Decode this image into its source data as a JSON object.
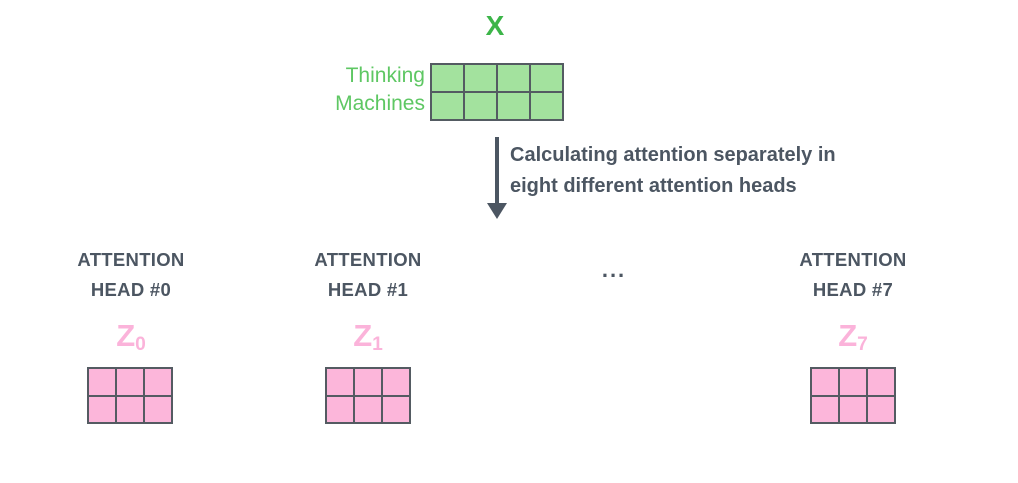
{
  "colors": {
    "green_title": "#3cb549",
    "green_label": "#5ec763",
    "green_fill": "#a3e29e",
    "pink_label": "#fbb3da",
    "pink_fill": "#fcb6da",
    "line": "#545b62",
    "text_dark": "#4c5662"
  },
  "input": {
    "title": "X",
    "row_labels": [
      "Thinking",
      "Machines"
    ],
    "matrix": {
      "rows": 2,
      "cols": 4
    }
  },
  "arrow_caption": {
    "line1": "Calculating attention separately in",
    "line2": "eight different attention heads"
  },
  "ellipsis": "...",
  "heads": [
    {
      "label_line1": "ATTENTION",
      "label_line2": "HEAD #0",
      "z_base": "Z",
      "z_sub": "0",
      "matrix": {
        "rows": 2,
        "cols": 3
      }
    },
    {
      "label_line1": "ATTENTION",
      "label_line2": "HEAD #1",
      "z_base": "Z",
      "z_sub": "1",
      "matrix": {
        "rows": 2,
        "cols": 3
      }
    },
    {
      "label_line1": "ATTENTION",
      "label_line2": "HEAD #7",
      "z_base": "Z",
      "z_sub": "7",
      "matrix": {
        "rows": 2,
        "cols": 3
      }
    }
  ]
}
